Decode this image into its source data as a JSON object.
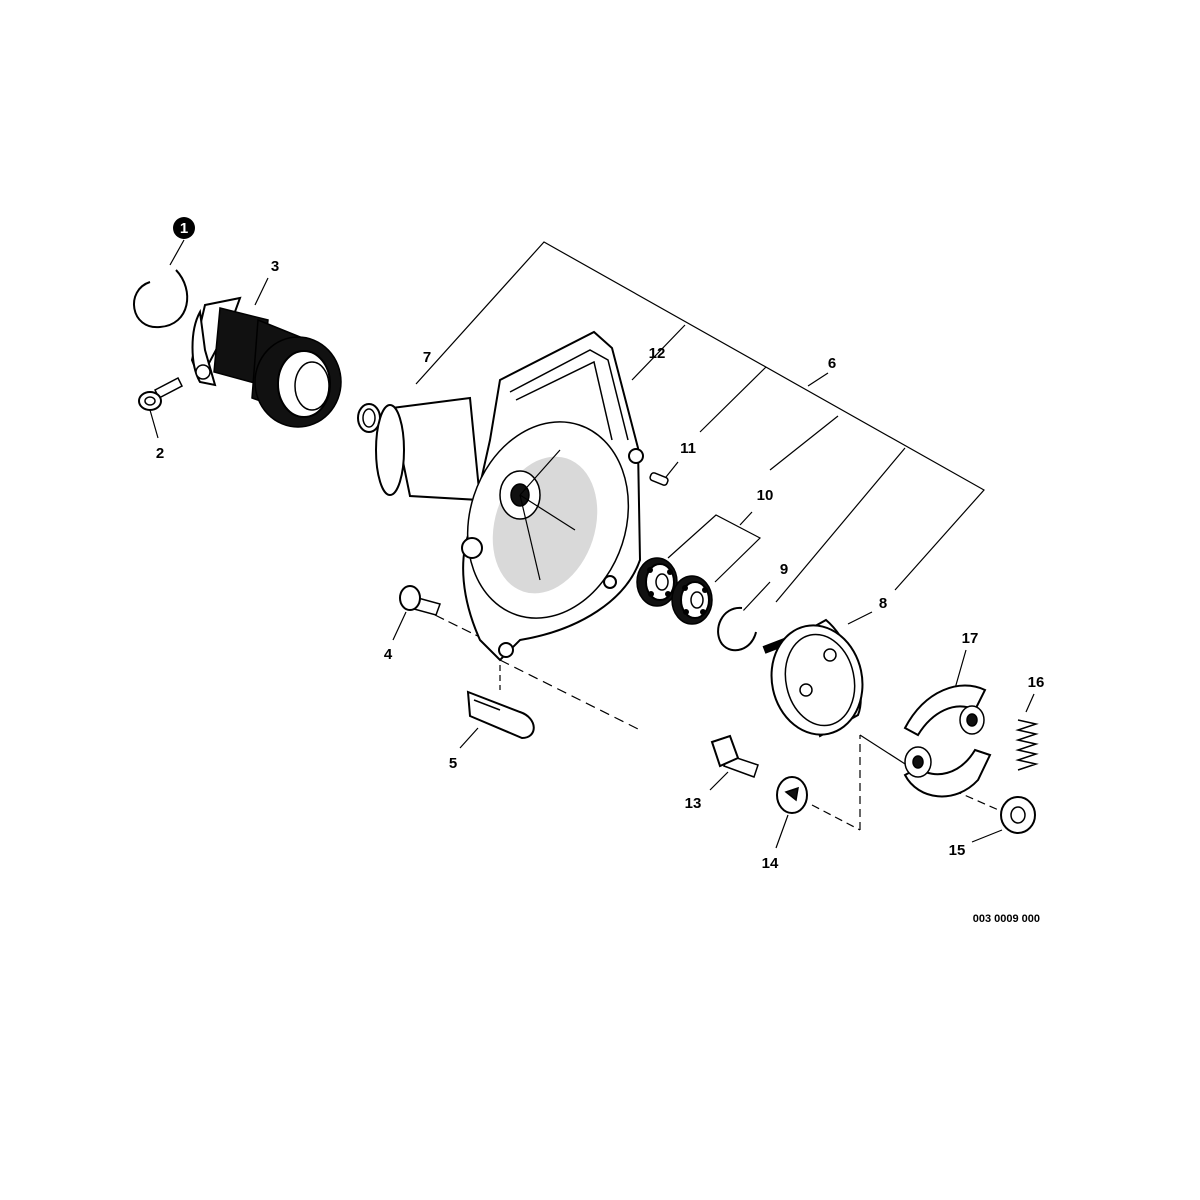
{
  "callouts": {
    "c1": "1",
    "c2": "2",
    "c3": "3",
    "c4": "4",
    "c5": "5",
    "c6": "6",
    "c7": "7",
    "c8": "8",
    "c9": "9",
    "c10": "10",
    "c11": "11",
    "c12": "12",
    "c13": "13",
    "c14": "14",
    "c15": "15",
    "c16": "16",
    "c17": "17"
  },
  "document_code": "003 0009 000"
}
